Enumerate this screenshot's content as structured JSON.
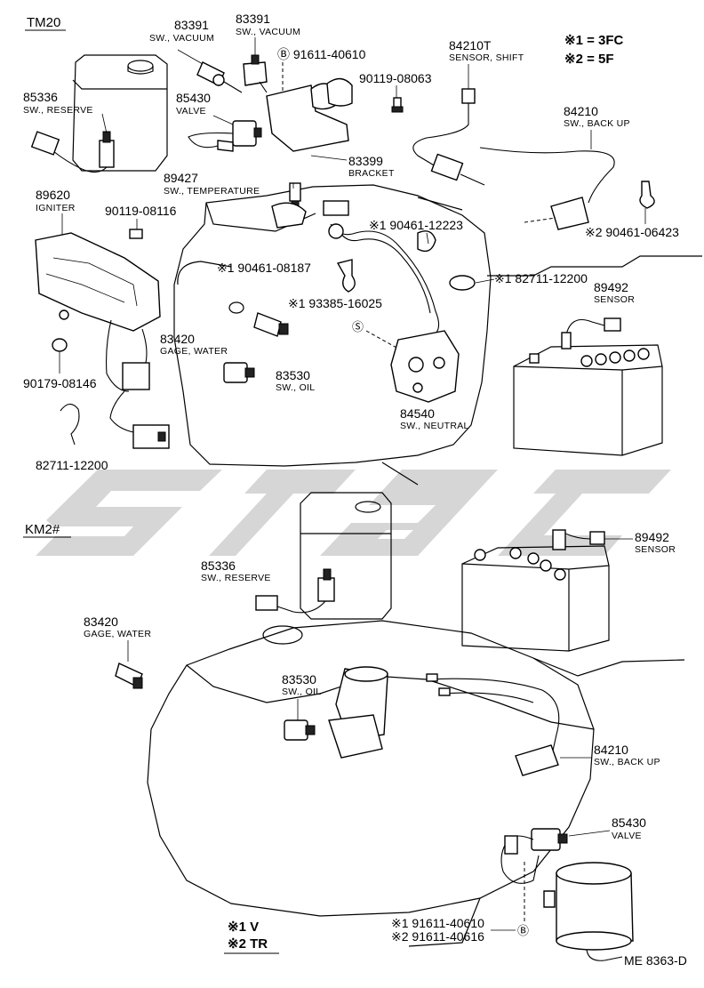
{
  "sections": {
    "top": "TM20",
    "bottom": "KM2#"
  },
  "legend_top": {
    "line1": "※1 = 3FC",
    "line2": "※2 = 5F"
  },
  "legend_bottom": {
    "line1": "※1 V",
    "line2": "※2 TR"
  },
  "labels_top": [
    {
      "pn": "83391",
      "name": "SW., VACUUM"
    },
    {
      "pn": "83391",
      "name": "SW., VACUUM"
    },
    {
      "pn": "Ⓑ 91611-40610"
    },
    {
      "pn": "84210T",
      "name": "SENSOR, SHIFT"
    },
    {
      "pn": "85336",
      "name": "SW., RESERVE"
    },
    {
      "pn": "85430",
      "name": "VALVE"
    },
    {
      "pn": "90119-08063"
    },
    {
      "pn": "84210",
      "name": "SW., BACK UP"
    },
    {
      "pn": "83399",
      "name": "BRACKET"
    },
    {
      "pn": "89427",
      "name": "SW., TEMPERATURE"
    },
    {
      "pn": "89620",
      "name": "IGNITER"
    },
    {
      "pn": "90119-08116"
    },
    {
      "pn": "※1 90461-12223"
    },
    {
      "pn": "※2 90461-06423"
    },
    {
      "pn": "※1 90461-08187"
    },
    {
      "pn": "※1 82711-12200"
    },
    {
      "pn": "89492",
      "name": "SENSOR"
    },
    {
      "pn": "※1  93385-16025"
    },
    {
      "pn": "83420",
      "name": "GAGE, WATER"
    },
    {
      "pn": "83530",
      "name": "SW., OIL"
    },
    {
      "pn": "90179-08146"
    },
    {
      "pn": "84540",
      "name": "SW., NEUTRAL"
    },
    {
      "pn": "82711-12200"
    }
  ],
  "labels_bottom": [
    {
      "pn": "89492",
      "name": "SENSOR"
    },
    {
      "pn": "85336",
      "name": "SW., RESERVE"
    },
    {
      "pn": "83420",
      "name": "GAGE, WATER"
    },
    {
      "pn": "83530",
      "name": "SW., OIL"
    },
    {
      "pn": "84210",
      "name": "SW., BACK UP"
    },
    {
      "pn": "85430",
      "name": "VALVE"
    },
    {
      "pn": "※1 91611-40610"
    },
    {
      "pn": "※2 91611-40616"
    }
  ],
  "ref_mark": "Ⓑ",
  "ref_mark_small": "Ⓢ",
  "footer_code": "ME  8363-D"
}
